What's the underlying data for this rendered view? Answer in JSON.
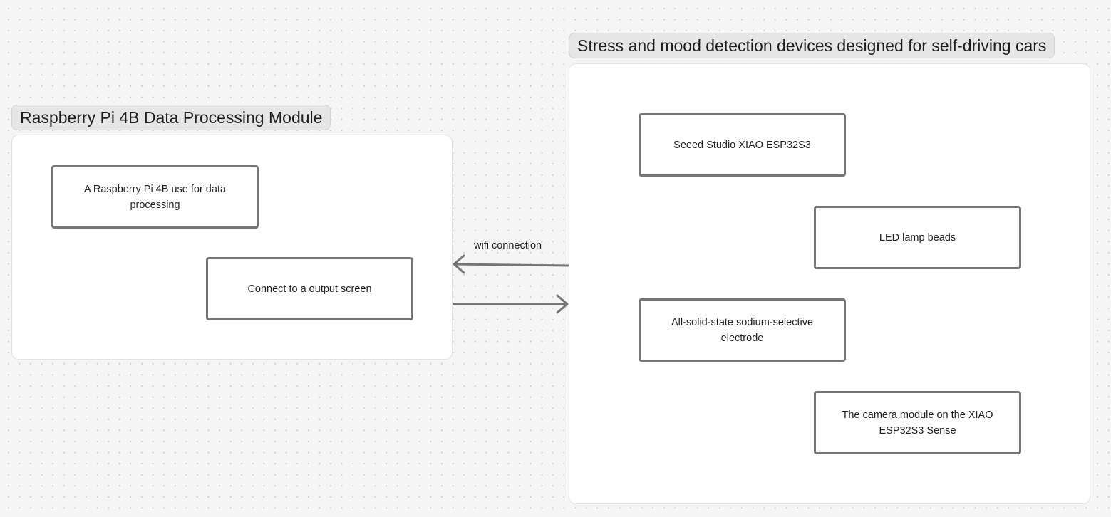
{
  "sections": {
    "processing": {
      "title": "Raspberry Pi 4B Data Processing Module",
      "nodes": {
        "pi": "A Raspberry Pi 4B use for data processing",
        "screen": "Connect to a output screen"
      }
    },
    "devices": {
      "title": "Stress and mood detection devices designed for self-driving cars",
      "nodes": {
        "xiao": "Seeed Studio XIAO ESP32S3",
        "led": "LED lamp beads",
        "electrode": "All-solid-state sodium-selective electrode",
        "camera": "The camera module on the XIAO ESP32S3 Sense"
      }
    }
  },
  "edges": [
    {
      "from": "devices",
      "to": "processing",
      "label": "wifi connection"
    },
    {
      "from": "processing",
      "to": "devices",
      "label": ""
    }
  ],
  "colors": {
    "canvas": "#f5f5f5",
    "grid_dot": "#c9c9c9",
    "node_border": "#757575",
    "arrow": "#757575",
    "title_bg": "#e6e6e6"
  }
}
